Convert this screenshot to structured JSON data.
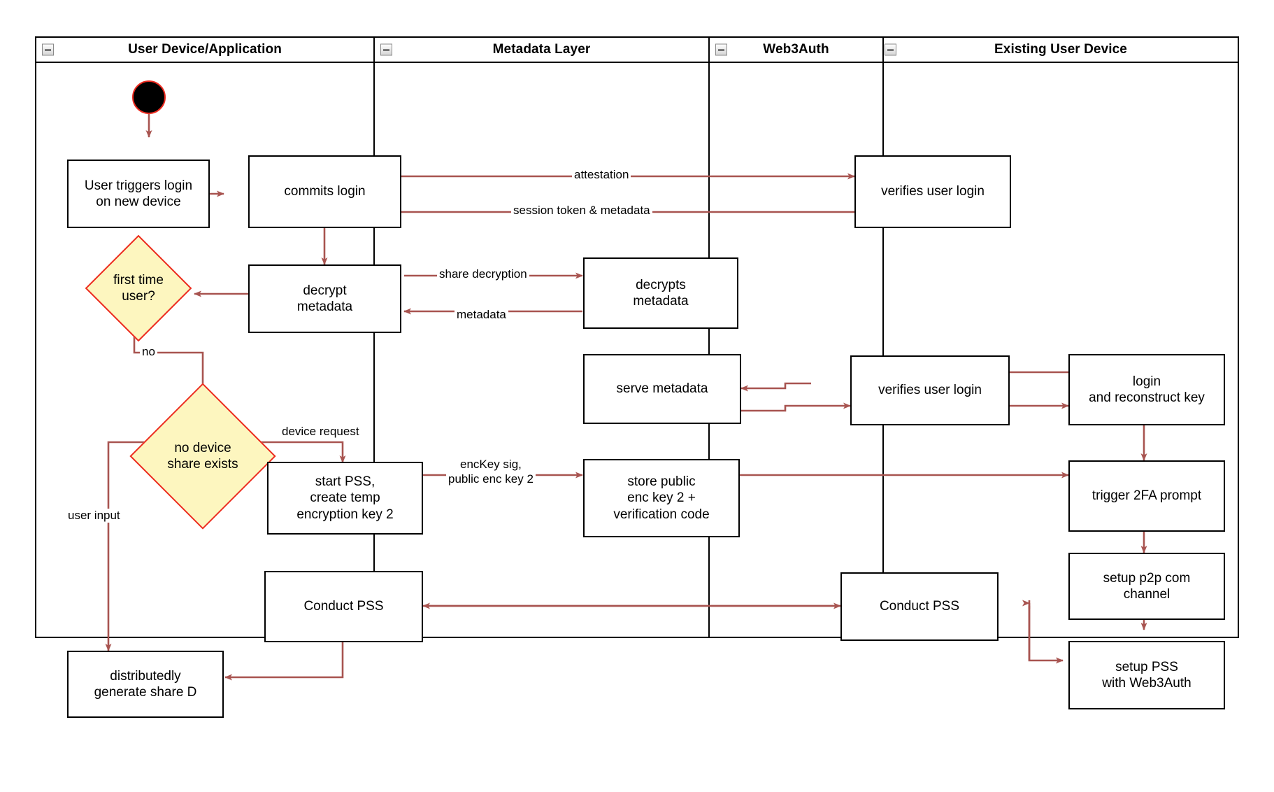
{
  "diagram": {
    "title": "Web3Auth new-device login activity diagram",
    "accent_edge_color": "#a85450",
    "decision_fill": "#fdf6bf",
    "decision_stroke": "#ec2b20",
    "node_stroke": "#000000",
    "lane_stroke": "#000000"
  },
  "lanes": [
    {
      "id": "user-device-application",
      "label": "User Device/Application",
      "collapse_icon": "collapse-minus-icon"
    },
    {
      "id": "metadata-layer",
      "label": "Metadata Layer",
      "collapse_icon": "collapse-minus-icon"
    },
    {
      "id": "web3auth",
      "label": "Web3Auth",
      "collapse_icon": "collapse-minus-icon"
    },
    {
      "id": "existing-user-device",
      "label": "Existing User Device",
      "collapse_icon": "collapse-minus-icon"
    }
  ],
  "nodes": [
    {
      "id": "start",
      "lane": "user-device-application",
      "type": "start",
      "label": ""
    },
    {
      "id": "user-triggers-login",
      "lane": "user-device-application",
      "type": "activity",
      "label": "User triggers login\non new device"
    },
    {
      "id": "commits-login",
      "lane": "user-device-application",
      "type": "activity",
      "label": "commits login"
    },
    {
      "id": "decrypt-metadata",
      "lane": "user-device-application",
      "type": "activity",
      "label": "decrypt\nmetadata"
    },
    {
      "id": "first-time-user",
      "lane": "user-device-application",
      "type": "decision",
      "label": "first time\nuser?"
    },
    {
      "id": "no-device-share-exists",
      "lane": "user-device-application",
      "type": "decision",
      "label": "no device\nshare exists"
    },
    {
      "id": "start-pss",
      "lane": "user-device-application",
      "type": "activity",
      "label": "start PSS,\ncreate temp\nencryption key 2"
    },
    {
      "id": "conduct-pss-user",
      "lane": "user-device-application",
      "type": "activity",
      "label": "Conduct PSS"
    },
    {
      "id": "distributedly-generate-share-d",
      "lane": "user-device-application",
      "type": "activity",
      "label": "distributedly\ngenerate share D"
    },
    {
      "id": "decrypts-metadata",
      "lane": "metadata-layer",
      "type": "activity",
      "label": "decrypts\nmetadata"
    },
    {
      "id": "serve-metadata",
      "lane": "metadata-layer",
      "type": "activity",
      "label": "serve metadata"
    },
    {
      "id": "store-public-enc-key",
      "lane": "metadata-layer",
      "type": "activity",
      "label": "store public\nenc key 2 +\nverification code"
    },
    {
      "id": "verifies-user-login-1",
      "lane": "web3auth",
      "type": "activity",
      "label": "verifies user login"
    },
    {
      "id": "verifies-user-login-2",
      "lane": "web3auth",
      "type": "activity",
      "label": "verifies user login"
    },
    {
      "id": "conduct-pss-web3auth",
      "lane": "web3auth",
      "type": "activity",
      "label": "Conduct PSS"
    },
    {
      "id": "login-and-reconstruct-key",
      "lane": "existing-user-device",
      "type": "activity",
      "label": "login\nand reconstruct key"
    },
    {
      "id": "trigger-2fa-prompt",
      "lane": "existing-user-device",
      "type": "activity",
      "label": "trigger 2FA prompt"
    },
    {
      "id": "setup-p2p-com-channel",
      "lane": "existing-user-device",
      "type": "activity",
      "label": "setup p2p com\nchannel"
    },
    {
      "id": "setup-pss-with-web3auth",
      "lane": "existing-user-device",
      "type": "activity",
      "label": "setup PSS\nwith Web3Auth"
    }
  ],
  "edge_labels": [
    {
      "id": "attestation",
      "text": "attestation"
    },
    {
      "id": "session-token-metadata",
      "text": "session token & metadata"
    },
    {
      "id": "share-decryption",
      "text": "share decryption"
    },
    {
      "id": "metadata",
      "text": "metadata"
    },
    {
      "id": "no",
      "text": "no"
    },
    {
      "id": "device-request",
      "text": "device request"
    },
    {
      "id": "user-input",
      "text": "user input"
    },
    {
      "id": "enckey-sig",
      "text": "encKey sig,\npublic enc key 2"
    }
  ]
}
